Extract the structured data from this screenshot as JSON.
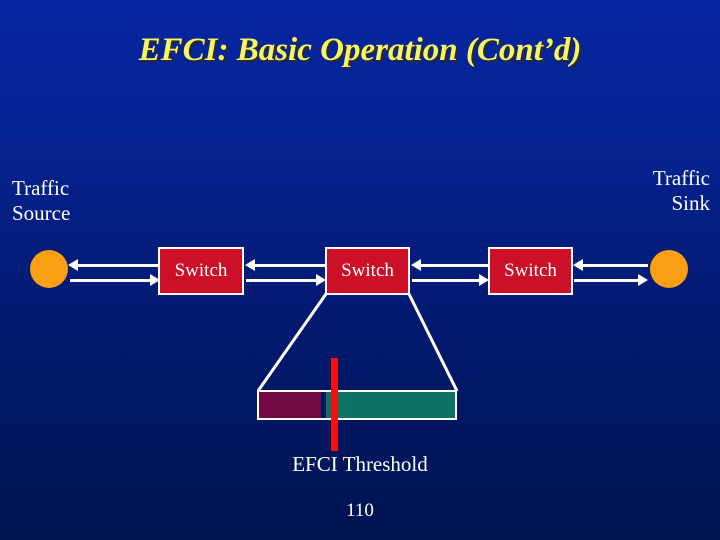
{
  "slide": {
    "title": "EFCI: Basic Operation (Cont’d)",
    "page_number": "110",
    "background_top_color": "#0626a2",
    "background_bottom_color": "#001450",
    "title_color": "#f7f561",
    "text_color": "#ffffff"
  },
  "endpoints": {
    "source": {
      "label_line1": "Traffic",
      "label_line2": "Source",
      "node_color": "#f99f12"
    },
    "sink": {
      "label_line1": "Traffic",
      "label_line2": "Sink",
      "node_color": "#f99f12"
    }
  },
  "switches": [
    {
      "label": "Switch",
      "fill_color": "#cc1028",
      "border_color": "#ffffff"
    },
    {
      "label": "Switch",
      "fill_color": "#cc1028",
      "border_color": "#ffffff"
    },
    {
      "label": "Switch",
      "fill_color": "#cc1028",
      "border_color": "#ffffff"
    }
  ],
  "links": [
    {
      "from": "source",
      "to": "switch-1",
      "forward_direction": "right",
      "reverse_direction": "left"
    },
    {
      "from": "switch-1",
      "to": "switch-2",
      "forward_direction": "right",
      "reverse_direction": "left"
    },
    {
      "from": "switch-2",
      "to": "switch-3",
      "forward_direction": "right",
      "reverse_direction": "left"
    },
    {
      "from": "switch-3",
      "to": "sink",
      "forward_direction": "right",
      "reverse_direction": "left"
    }
  ],
  "queue": {
    "caption": "EFCI Threshold",
    "funnel_source": "switch-2",
    "segment_a_color": "#730a44",
    "segment_b_color": "#0c7266",
    "border_color": "#ffffff",
    "threshold_marker_color": "#f41010"
  }
}
